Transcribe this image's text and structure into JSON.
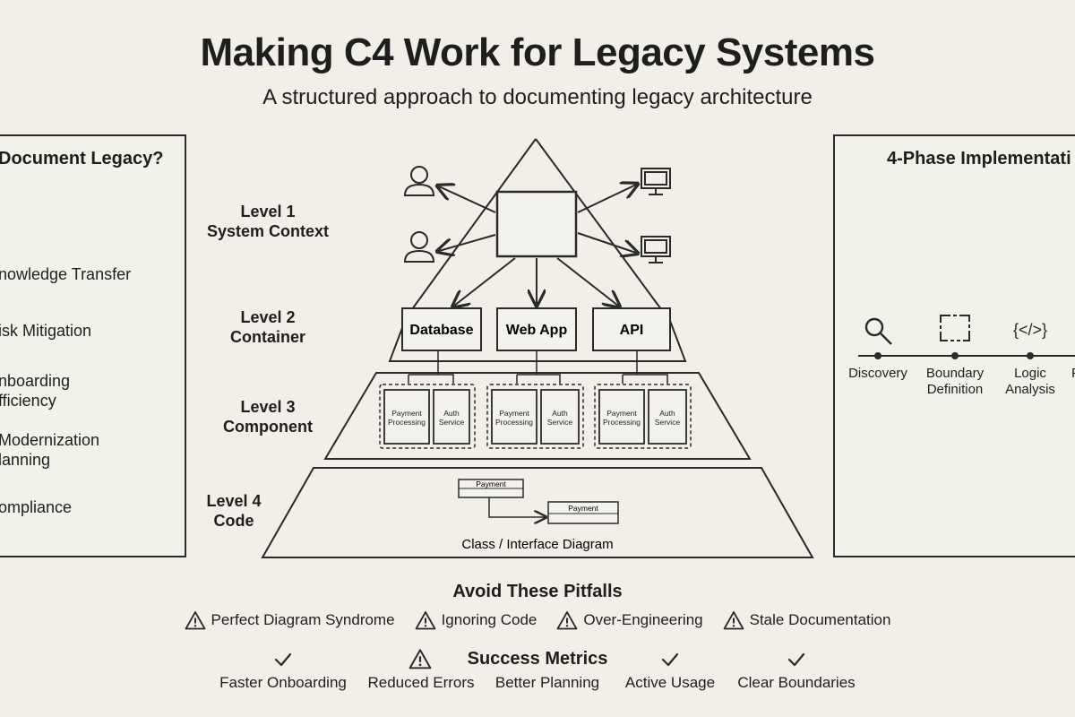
{
  "header": {
    "title": "Making C4 Work for Legacy Systems",
    "subtitle": "A structured approach to documenting legacy architecture"
  },
  "left_panel": {
    "title": "Document Legacy?",
    "items": [
      "nowledge Transfer",
      "isk Mitigation",
      [
        "nboarding",
        "fficiency"
      ],
      [
        "Modernization",
        "lanning"
      ],
      "ompliance"
    ]
  },
  "levels": [
    {
      "line1": "Level 1",
      "line2": "System Context"
    },
    {
      "line1": "Level 2",
      "line2": "Container"
    },
    {
      "line1": "Level 3",
      "line2": "Component"
    },
    {
      "line1": "Level 4",
      "line2": "Code"
    }
  ],
  "containers": [
    "Database",
    "Web App",
    "API"
  ],
  "components": {
    "payment": [
      "Payment",
      "Processing"
    ],
    "auth": [
      "Auth",
      "Service"
    ]
  },
  "code_level": {
    "box_a": "Payment",
    "box_b": "Payment",
    "caption": "Class / Interface Diagram"
  },
  "right_panel": {
    "title": "4-Phase Implementati",
    "phases": [
      {
        "icon": "magnifier-icon",
        "line1": "Discovery",
        "line2": ""
      },
      {
        "icon": "boundary-icon",
        "line1": "Boundary",
        "line2": "Definition"
      },
      {
        "icon": "code-icon",
        "line1": "Logic",
        "line2": "Analysis"
      },
      {
        "icon": "",
        "line1": "F",
        "line2": ""
      }
    ]
  },
  "pitfalls": {
    "title": "Avoid These Pitfalls",
    "items": [
      "Perfect Diagram Syndrome",
      "Ignoring Code",
      "Over-Engineering",
      "Stale Documentation"
    ]
  },
  "success": {
    "title": "Success Metrics",
    "items": [
      "Faster Onboarding",
      "Reduced Errors",
      "Better Planning",
      "Active Usage",
      "Clear Boundaries"
    ]
  },
  "colors": {
    "background": "#f1efe8",
    "ink": "#1e1e1e"
  }
}
